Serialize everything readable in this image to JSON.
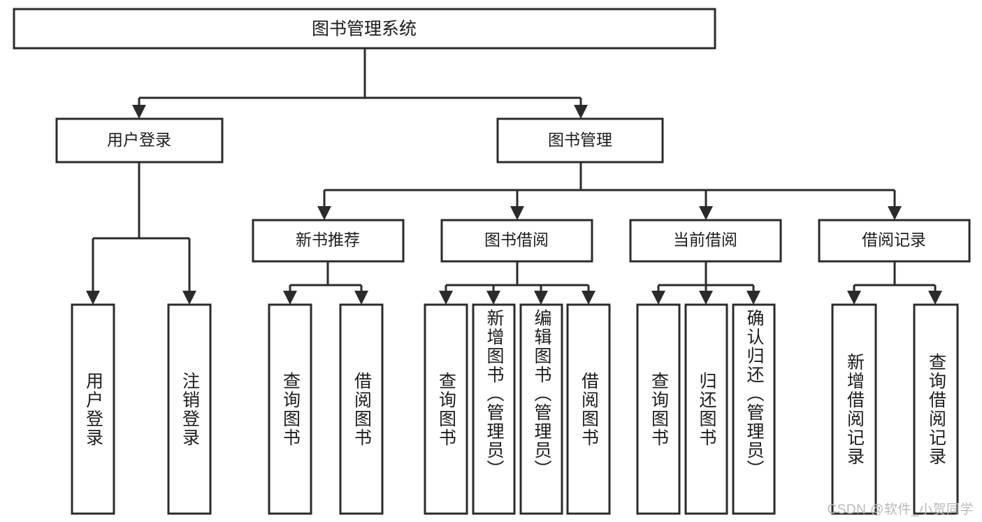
{
  "diagram": {
    "type": "tree-hierarchy-diagram",
    "title": "图书管理系统",
    "watermark": "CSDN @软件_小贺同学",
    "colors": {
      "stroke": "#2b2b2b",
      "fill": "#ffffff",
      "text": "#1c1c1c",
      "watermark": "#b9b9b9",
      "background": "#ffffff"
    },
    "levels": [
      {
        "level": 1,
        "nodes": [
          {
            "id": "root",
            "label": "图书管理系统",
            "orientation": "horizontal"
          }
        ]
      },
      {
        "level": 2,
        "nodes": [
          {
            "id": "user-login",
            "label": "用户登录",
            "orientation": "horizontal",
            "parent": "root"
          },
          {
            "id": "book-manage",
            "label": "图书管理",
            "orientation": "horizontal",
            "parent": "root"
          }
        ]
      },
      {
        "level": 3,
        "nodes": [
          {
            "id": "new-book-rec",
            "label": "新书推荐",
            "orientation": "horizontal",
            "parent": "book-manage"
          },
          {
            "id": "book-borrow",
            "label": "图书借阅",
            "orientation": "horizontal",
            "parent": "book-manage"
          },
          {
            "id": "current-borrow",
            "label": "当前借阅",
            "orientation": "horizontal",
            "parent": "book-manage"
          },
          {
            "id": "borrow-record",
            "label": "借阅记录",
            "orientation": "horizontal",
            "parent": "book-manage"
          }
        ]
      },
      {
        "level": 4,
        "nodes": [
          {
            "id": "leaf-user-login",
            "label": "用户登录",
            "orientation": "vertical",
            "parent": "user-login"
          },
          {
            "id": "leaf-logout",
            "label": "注销登录",
            "orientation": "vertical",
            "parent": "user-login"
          },
          {
            "id": "leaf-query-book-1",
            "label": "查询图书",
            "orientation": "vertical",
            "parent": "new-book-rec"
          },
          {
            "id": "leaf-borrow-book-1",
            "label": "借阅图书",
            "orientation": "vertical",
            "parent": "new-book-rec"
          },
          {
            "id": "leaf-query-book-2",
            "label": "查询图书",
            "orientation": "vertical",
            "parent": "book-borrow"
          },
          {
            "id": "leaf-add-book",
            "label": "新增图书（管理员）",
            "orientation": "vertical",
            "parent": "book-borrow"
          },
          {
            "id": "leaf-edit-book",
            "label": "编辑图书（管理员）",
            "orientation": "vertical",
            "parent": "book-borrow"
          },
          {
            "id": "leaf-borrow-book-2",
            "label": "借阅图书",
            "orientation": "vertical",
            "parent": "book-borrow"
          },
          {
            "id": "leaf-query-book-3",
            "label": "查询图书",
            "orientation": "vertical",
            "parent": "current-borrow"
          },
          {
            "id": "leaf-return-book",
            "label": "归还图书",
            "orientation": "vertical",
            "parent": "current-borrow"
          },
          {
            "id": "leaf-confirm-return",
            "label": "确认归还（管理员）",
            "orientation": "vertical",
            "parent": "current-borrow"
          },
          {
            "id": "leaf-add-record",
            "label": "新增借阅记录",
            "orientation": "vertical",
            "parent": "borrow-record"
          },
          {
            "id": "leaf-query-record",
            "label": "查询借阅记录",
            "orientation": "vertical",
            "parent": "borrow-record"
          }
        ]
      }
    ]
  }
}
